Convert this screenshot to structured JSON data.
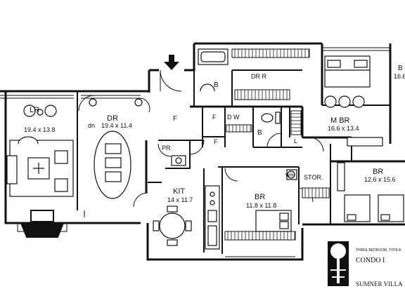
{
  "rooms": {
    "lr": {
      "name": "LR",
      "dims": "19.4 x 13.8"
    },
    "dr": {
      "name": "DR",
      "dims": "19.4 x 11.4"
    },
    "dn": "dn",
    "foyer": "F",
    "drr": "DR R",
    "bath_b1": "B",
    "bath_b2": "B",
    "dw": "D W",
    "pr": "PR",
    "kit": {
      "name": "KIT",
      "dims": "14 x 11.7"
    },
    "mbr": {
      "name": "M BR",
      "dims": "16.6 x 13.4"
    },
    "br1": {
      "name": "BR",
      "dims": "11.8 x 11.8"
    },
    "br2": {
      "name": "BR",
      "dims": "12.6 x 15.6"
    },
    "stor": "STOR.",
    "closet_f1": "F",
    "closet_f2": "F",
    "closet_l": "L",
    "wh": "W/H",
    "balcony_b": "B",
    "balcony_dims": "16.6"
  },
  "legend": {
    "caption": "THREE BEDROOM, TYPE A",
    "title": "CONDO I",
    "subtitle": "SUMNER VILLA"
  },
  "colors": {
    "line": "#111111",
    "paper": "#ffffff",
    "tile": "#cfcfcf"
  }
}
